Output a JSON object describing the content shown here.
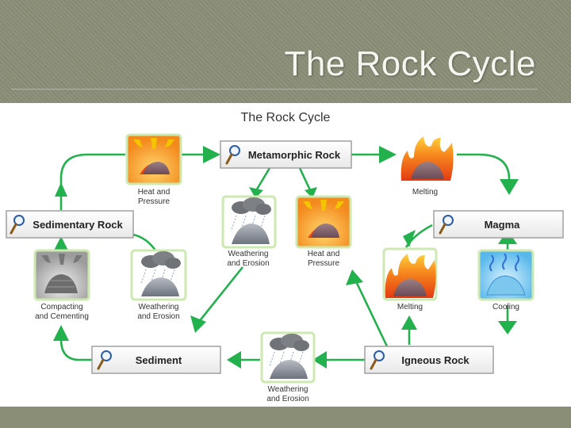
{
  "slide": {
    "title": "The Rock Cycle"
  },
  "diagram": {
    "title": "The Rock Cycle",
    "nodes": {
      "metamorphic": "Metamorphic Rock",
      "sedimentary": "Sedimentary Rock",
      "magma": "Magma",
      "sediment": "Sediment",
      "igneous": "Igneous Rock"
    },
    "processes": {
      "heat_pressure_top": [
        "Heat and",
        "Pressure"
      ],
      "melting_top": [
        "Melting"
      ],
      "weathering_center": [
        "Weathering",
        "and Erosion"
      ],
      "heat_pressure_center": [
        "Heat and",
        "Pressure"
      ],
      "compacting": [
        "Compacting",
        "and Cementing"
      ],
      "weathering_left": [
        "Weathering",
        "and Erosion"
      ],
      "melting_right": [
        "Melting"
      ],
      "cooling": [
        "Cooling"
      ],
      "weathering_bottom": [
        "Weathering",
        "and Erosion"
      ]
    },
    "colors": {
      "arrow": "#22b14c",
      "box_border": "#999999",
      "fire": "#f26522",
      "rock": "#8a8f99",
      "water": "#6ec6ee"
    },
    "icons": [
      "magnifier-icon",
      "sun-icon",
      "fire-icon",
      "rain-cloud-icon",
      "rock-icon",
      "cooling-icon"
    ]
  }
}
